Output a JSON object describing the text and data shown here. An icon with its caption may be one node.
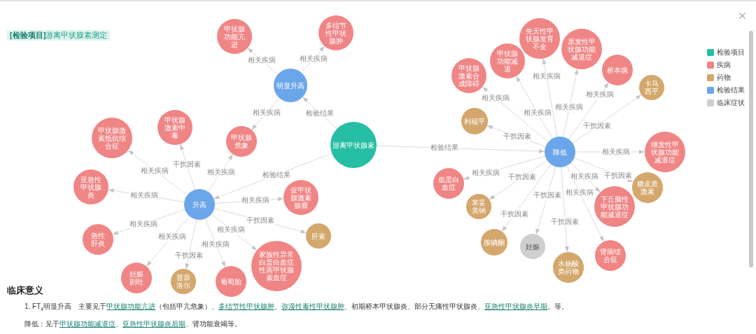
{
  "diagram": {
    "title": "**[检验项目]**游离甲状腺素测定",
    "nodes": [
      {
        "text": [
          "游离甲状腺素"
        ]
      },
      {
        "text": [
          "明显升高"
        ]
      },
      {
        "text": [
          "甲状腺功能亢进"
        ]
      },
      {
        "text": [
          "多结节性甲状腺肿"
        ]
      },
      {
        "text": [
          "甲状腺危象"
        ]
      },
      {
        "text": [
          "升高"
        ]
      },
      {
        "text": [
          "甲状腺激素中毒"
        ]
      },
      {
        "text": [
          "甲状腺激素抵抗综合征"
        ]
      },
      {
        "text": [
          "亚急性甲状腺炎"
        ]
      },
      {
        "text": [
          "急性肝炎"
        ]
      },
      {
        "text": [
          "妊娠剧吐"
        ]
      },
      {
        "text": [
          "普萘洛尔"
        ]
      },
      {
        "text": [
          "葡萄胎"
        ]
      },
      {
        "text": [
          "家族性异常白蛋白血症性高甲状腺素血症"
        ]
      },
      {
        "text": [
          "促甲状腺激素腺瘤"
        ]
      },
      {
        "text": [
          "肝素"
        ]
      },
      {
        "text": [
          "降低"
        ]
      },
      {
        "text": [
          "利福平"
        ]
      },
      {
        "text": [
          "甲状腺激素合成障碍"
        ]
      },
      {
        "text": [
          "甲状腺功能减退"
        ]
      },
      {
        "text": [
          "先天性甲状腺发育不全"
        ]
      },
      {
        "text": [
          "原发性甲状腺功能减退症"
        ]
      },
      {
        "text": [
          "桥本病"
        ]
      },
      {
        "text": [
          "卡马西平"
        ]
      },
      {
        "text": [
          "继发性甲状腺功能减退症"
        ]
      },
      {
        "text": [
          "糖皮质激素"
        ]
      },
      {
        "text": [
          "下丘脑性甲状腺功能减退症"
        ]
      },
      {
        "text": [
          "肾病综合征"
        ]
      },
      {
        "text": [
          "水杨酸类药物"
        ]
      },
      {
        "text": [
          "妊娠"
        ]
      },
      {
        "text": [
          "胺碘酮"
        ]
      },
      {
        "text": [
          "苯妥英钠"
        ]
      },
      {
        "text": [
          "低蛋白血症"
        ]
      }
    ],
    "edges": [
      {
        "from": 0,
        "to": 1,
        "arrow": "to",
        "label": "检验结果"
      },
      {
        "from": 0,
        "to": 5,
        "arrow": "to",
        "label": "检验结果"
      },
      {
        "from": 0,
        "to": 16,
        "arrow": "to",
        "label": "检验结果"
      },
      {
        "from": 1,
        "to": 2,
        "arrow": "to",
        "label": "相关疾病"
      },
      {
        "from": 1,
        "to": 3,
        "arrow": "to",
        "label": "相关疾病"
      },
      {
        "from": 1,
        "to": 4,
        "arrow": "to",
        "label": "相关疾病"
      },
      {
        "from": 5,
        "to": 4,
        "arrow": "to",
        "label": "相关疾病"
      },
      {
        "from": 5,
        "to": 6,
        "arrow": "to",
        "label": "干扰因素"
      },
      {
        "from": 5,
        "to": 7,
        "arrow": "to",
        "label": "相关疾病"
      },
      {
        "from": 5,
        "to": 8,
        "arrow": "to",
        "label": "相关疾病"
      },
      {
        "from": 5,
        "to": 9,
        "arrow": "to",
        "label": "相关疾病"
      },
      {
        "from": 5,
        "to": 10,
        "arrow": "to",
        "label": "相关疾病"
      },
      {
        "from": 5,
        "to": 11,
        "arrow": "to",
        "label": "干扰因素"
      },
      {
        "from": 5,
        "to": 12,
        "arrow": "to",
        "label": "相关疾病"
      },
      {
        "from": 5,
        "to": 13,
        "arrow": "to",
        "label": "相关疾病"
      },
      {
        "from": 5,
        "to": 14,
        "arrow": "to",
        "label": "相关疾病"
      },
      {
        "from": 5,
        "to": 15,
        "arrow": "to",
        "label": "干扰因素"
      },
      {
        "from": 16,
        "to": 17,
        "arrow": "to",
        "label": "干扰因素"
      },
      {
        "from": 16,
        "to": 18,
        "arrow": "to",
        "label": "相关疾病"
      },
      {
        "from": 16,
        "to": 19,
        "arrow": "to",
        "label": "相关疾病"
      },
      {
        "from": 16,
        "to": 20,
        "arrow": "to",
        "label": "相关疾病"
      },
      {
        "from": 16,
        "to": 21,
        "arrow": "to",
        "label": "相关疾病"
      },
      {
        "from": 16,
        "to": 22,
        "arrow": "to",
        "label": "相关疾病"
      },
      {
        "from": 16,
        "to": 23,
        "arrow": "to",
        "label": "干扰因素"
      },
      {
        "from": 16,
        "to": 24,
        "arrow": "to",
        "label": "相关疾病"
      },
      {
        "from": 16,
        "to": 25,
        "arrow": "to",
        "label": "干扰因素"
      },
      {
        "from": 16,
        "to": 26,
        "arrow": "to",
        "label": "相关疾病"
      },
      {
        "from": 16,
        "to": 27,
        "arrow": "to",
        "label": "相关疾病"
      },
      {
        "from": 16,
        "to": 28,
        "arrow": "to",
        "label": "干扰因素"
      },
      {
        "from": 16,
        "to": 29,
        "arrow": "to",
        "label": "干扰因素"
      },
      {
        "from": 16,
        "to": 30,
        "arrow": "to",
        "label": "干扰因素"
      },
      {
        "from": 16,
        "to": 31,
        "arrow": "to",
        "label": "干扰因素"
      },
      {
        "from": 16,
        "to": 32,
        "arrow": "to",
        "label": "相关疾病"
      }
    ],
    "labels": [
      "临床意义",
      "1. FT$_{4}$明显升高　主要见于",
      "甲状腺功能亢进",
      "（包括甲亢危象）、",
      "多结节性甲状腺肿",
      "、",
      "弥漫性毒性甲状腺肿",
      "、初期桥本甲状腺炎、部分无痛性甲状腺炎、",
      "亚急性甲状腺炎早期",
      "。等。",
      "降低：见于",
      "甲状腺功能减退症",
      "、",
      "亚急性甲状腺炎后期",
      "、肾功能衰竭等。"
    ],
    "legend": [
      {
        "text": "检验项目",
        "color": "#26bea4"
      },
      {
        "text": "疾病",
        "color": "#f08585"
      },
      {
        "text": "药物",
        "color": "#d4a76c"
      },
      {
        "text": "检验结果",
        "color": "#6ca6ea"
      },
      {
        "text": "临床症状",
        "color": "#cfcfcf"
      }
    ]
  }
}
